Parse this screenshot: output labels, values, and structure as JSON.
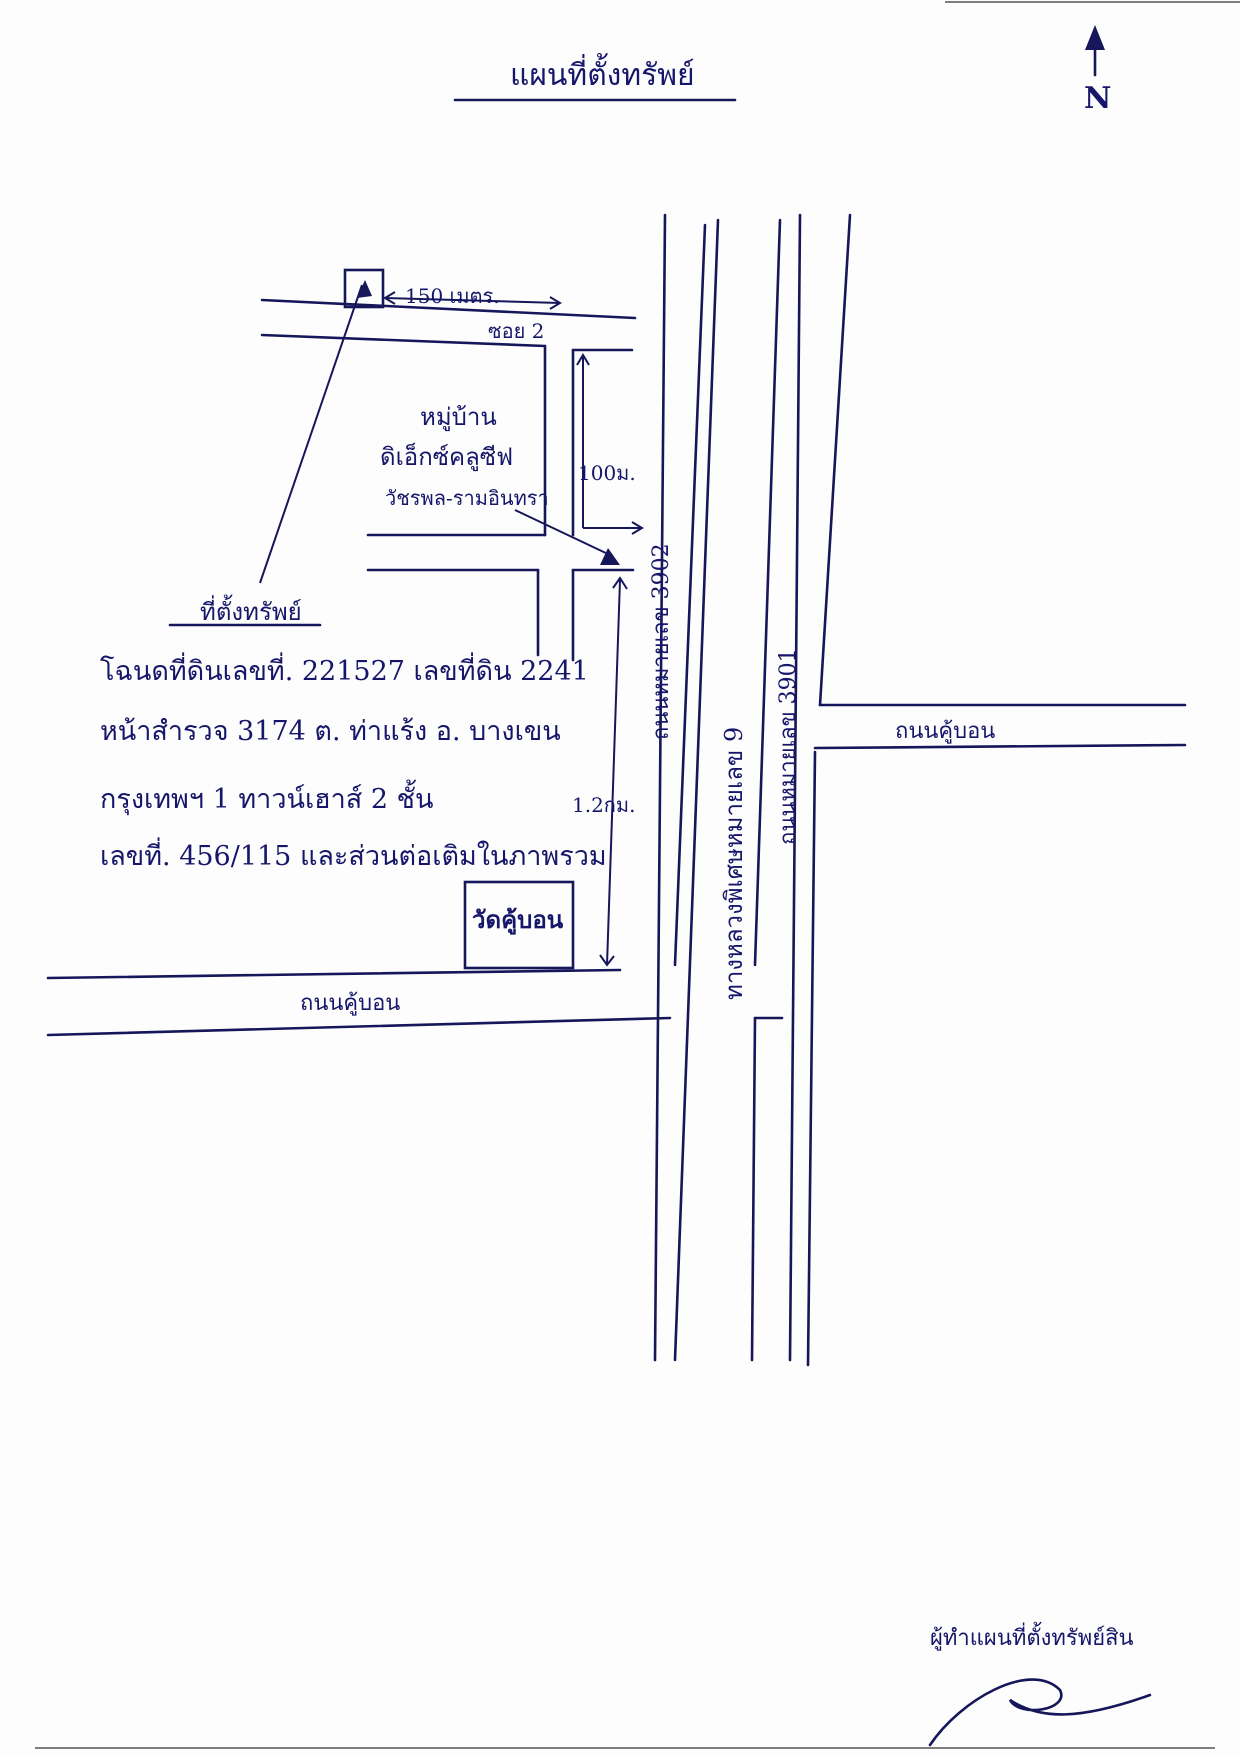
{
  "title": "แผนที่ตั้งทรัพย์",
  "north_label": "N",
  "labels": {
    "soi": "ซอย 2",
    "distance_150": "150 เมตร.",
    "village_line1": "หมู่บ้าน",
    "village_line2": "ดิเอ็กซ์คลูซีฟ",
    "village_line3": "วัชรพล-รามอินทรา",
    "distance_100": "100ม.",
    "distance_1_2": "1.2กม.",
    "property_label": "ที่ตั้งทรัพย์",
    "temple": "วัดคู้บอน",
    "road_3902": "ถนนหมายเลข 3902",
    "road_3901": "ถนนหมายเลข 3901",
    "road_khubon_left": "ถนนคู้บอน",
    "road_khubon_right": "ถนนคู้บอน",
    "expressway": "ทางหลวงพิเศษหมายเลข 9"
  },
  "notes": {
    "line1": "โฉนดที่ดินเลขที่. 221527 เลขที่ดิน 2241",
    "line2": "หน้าสำรวจ 3174 ต. ท่าแร้ง อ. บางเขน",
    "line3": "กรุงเทพฯ 1 ทาวน์เฮาส์ 2 ชั้น",
    "line4": "เลขที่. 456/115 และส่วนต่อเติมในภาพรวม"
  },
  "signature_caption": "ผู้ทำแผนที่ตั้งทรัพย์สิน",
  "colors": {
    "ink": "#16166a",
    "road": "#16165a",
    "paper": "#fdfdfd"
  }
}
